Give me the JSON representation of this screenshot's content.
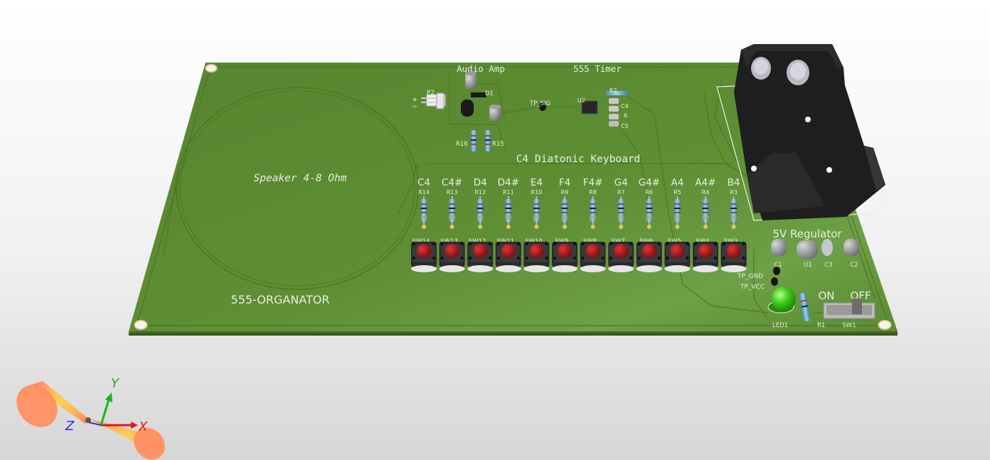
{
  "board": {
    "title": "555-ORGANATOR",
    "speaker_label": "Speaker 4-8 Ohm",
    "keyboard_label": "C4 Diatonic Keyboard",
    "audio_amp_label": "Audio Amp",
    "timer_label": "555 Timer",
    "regulator_label": "5V Regulator",
    "switch_on_label": "ON",
    "switch_off_label": "OFF"
  },
  "keys": [
    {
      "note": "C4",
      "resistor": "R14",
      "switch": "SW14"
    },
    {
      "note": "C4#",
      "resistor": "R13",
      "switch": "SW13"
    },
    {
      "note": "D4",
      "resistor": "R12",
      "switch": "SW12"
    },
    {
      "note": "D4#",
      "resistor": "R11",
      "switch": "SW11"
    },
    {
      "note": "E4",
      "resistor": "R10",
      "switch": "SW10"
    },
    {
      "note": "F4",
      "resistor": "R9",
      "switch": "SW9"
    },
    {
      "note": "F4#",
      "resistor": "R8",
      "switch": "SW8"
    },
    {
      "note": "G4",
      "resistor": "R7",
      "switch": "SW7"
    },
    {
      "note": "G4#",
      "resistor": "R6",
      "switch": "SW6"
    },
    {
      "note": "A4",
      "resistor": "R5",
      "switch": "SW5"
    },
    {
      "note": "A4#",
      "resistor": "R4",
      "switch": "SW4"
    },
    {
      "note": "B4",
      "resistor": "R3",
      "switch": "SW3"
    }
  ],
  "refdes": {
    "p2": "P2",
    "plus": "+",
    "minus": "−",
    "d1": "D1",
    "r16": "R16",
    "r15": "R15",
    "tp_sig": "TP_SIG",
    "u2": "U2",
    "r2": "R2",
    "c4": "C4",
    "c5": "C5",
    "c6": "6",
    "c1": "C1",
    "u1": "U1",
    "c3": "C3",
    "c2": "C2",
    "tp_gnd": "TP_GND",
    "tp_vcc": "TP_VCC",
    "led1": "LED1",
    "r1": "R1",
    "sw1": "SW1"
  },
  "triad": {
    "x": "X",
    "y": "Y",
    "z": "Z"
  },
  "colors": {
    "pcb": "#5c8a30",
    "silk": "#e8efe0",
    "button_cap": "#a3131a",
    "led": "#3ccd18",
    "holder": "#1e1e1e",
    "x_axis": "#e0161c",
    "y_axis": "#18b41e",
    "z_axis": "#2630d8"
  }
}
